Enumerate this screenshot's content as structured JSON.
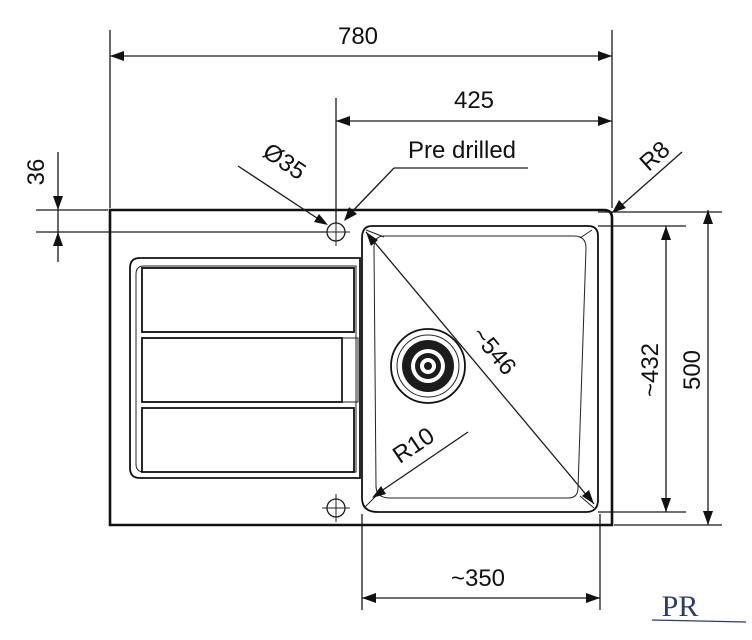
{
  "dimensions": {
    "overall_width": "780",
    "bowl_width": "425",
    "drill_offset": "36",
    "tap_hole_diameter": "Ø35",
    "pre_drilled": "Pre drilled",
    "outer_radius": "R8",
    "bowl_depth": "~432",
    "overall_depth": "500",
    "bowl_diagonal": "~546",
    "bowl_radius": "R10",
    "bowl_bottom_width": "~350"
  },
  "logo": {
    "text": "PR",
    "color": "#2e3b63"
  }
}
